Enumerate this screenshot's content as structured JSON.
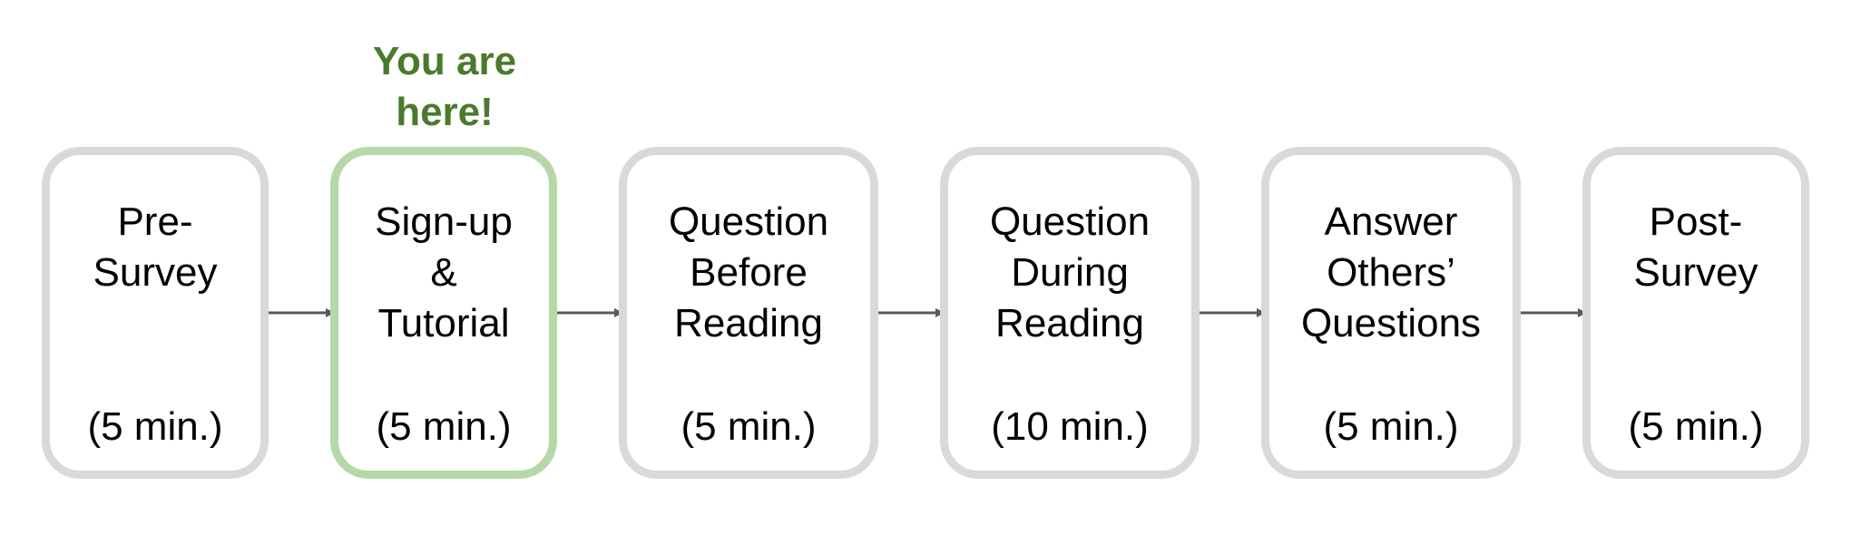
{
  "indicator": {
    "line1": "You are",
    "line2": "here!",
    "color": "#4a7a2c"
  },
  "colors": {
    "box_border": "#d9d9d9",
    "current_border": "#b6d7a8",
    "arrow": "#595959"
  },
  "steps": [
    {
      "title": [
        "Pre-",
        "Survey"
      ],
      "time": "(5 min.)",
      "current": false
    },
    {
      "title": [
        "Sign-up",
        "&",
        "Tutorial"
      ],
      "time": "(5 min.)",
      "current": true
    },
    {
      "title": [
        "Question",
        "Before",
        "Reading"
      ],
      "time": "(5 min.)",
      "current": false
    },
    {
      "title": [
        "Question",
        "During",
        "Reading"
      ],
      "time": "(10 min.)",
      "current": false
    },
    {
      "title": [
        "Answer",
        "Others’",
        "Questions"
      ],
      "time": "(5 min.)",
      "current": false
    },
    {
      "title": [
        "Post-",
        "Survey"
      ],
      "time": "(5 min.)",
      "current": false
    }
  ]
}
